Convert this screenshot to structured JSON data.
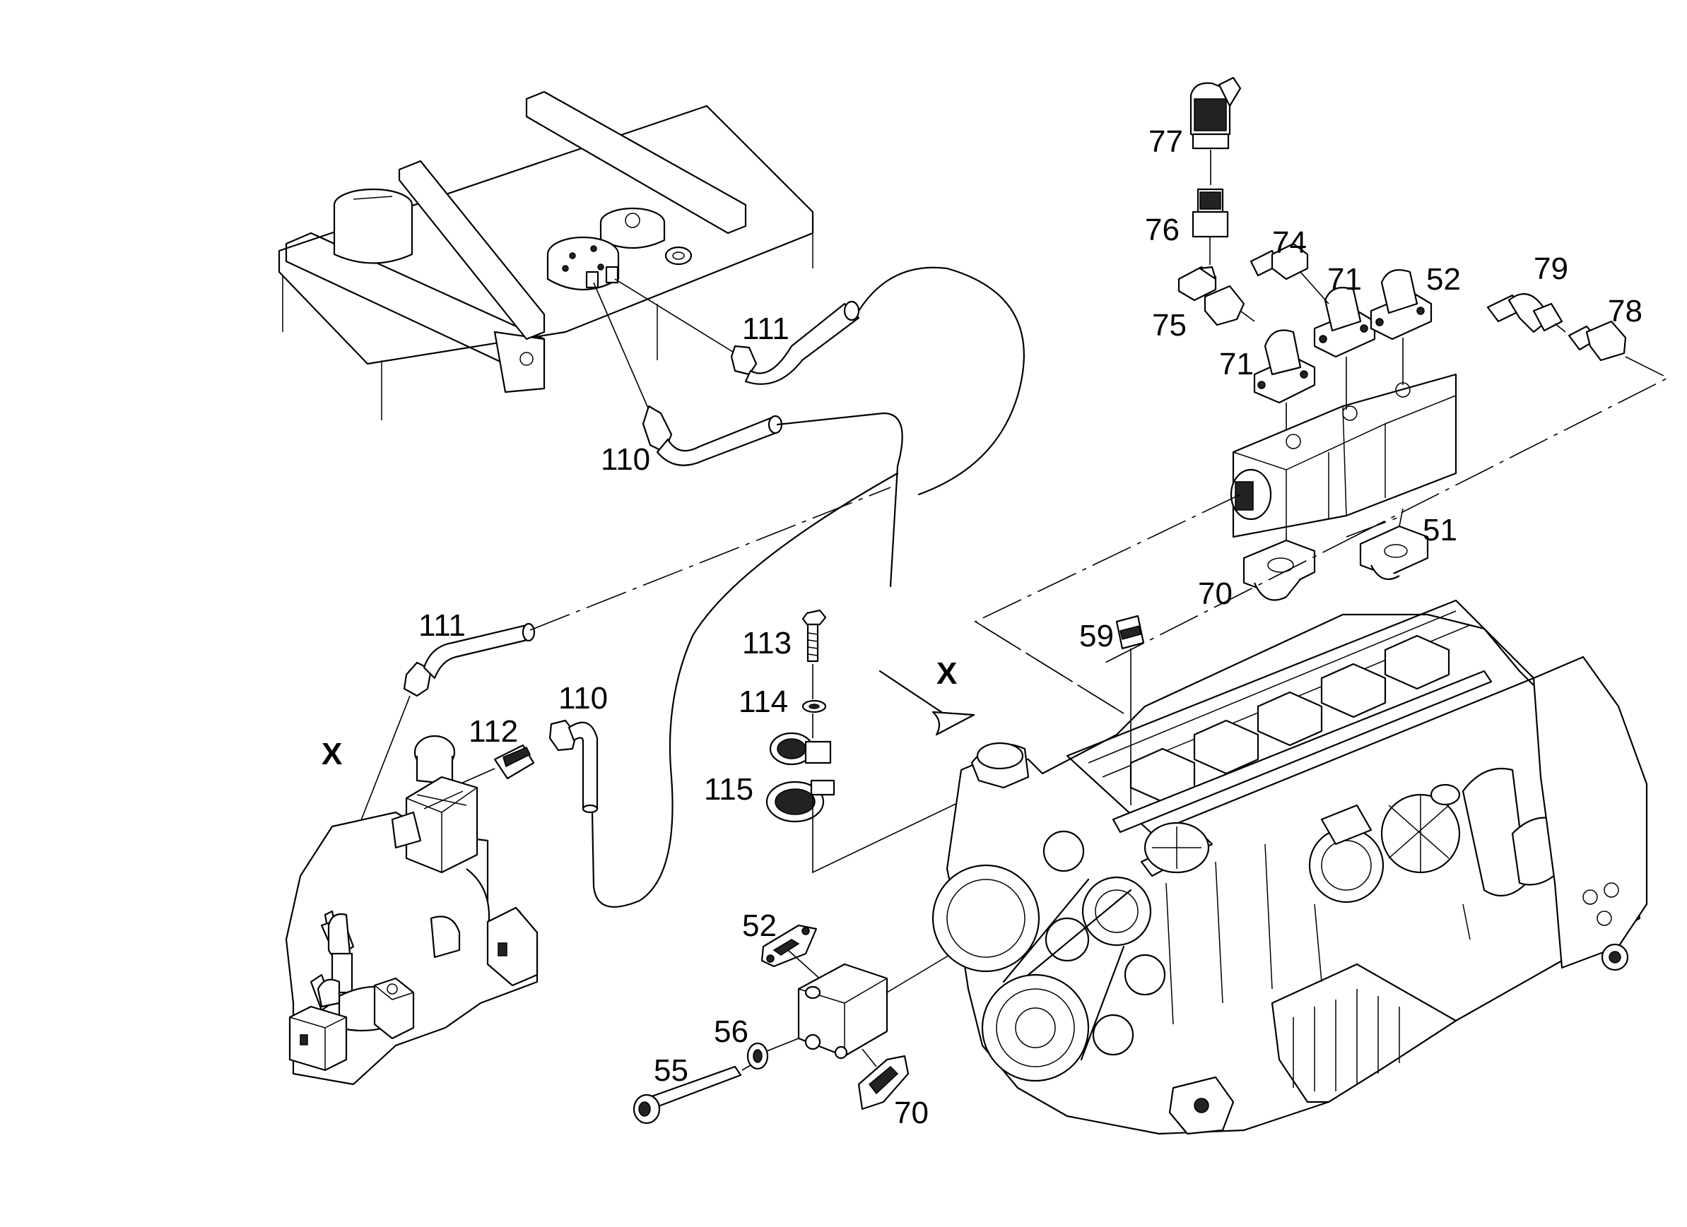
{
  "labels": {
    "p77": "77",
    "p76": "76",
    "p74": "74",
    "p71a": "71",
    "p52a": "52",
    "p79": "79",
    "p78": "78",
    "p75": "75",
    "p71b": "71",
    "p51": "51",
    "p70a": "70",
    "p111a": "111",
    "p110a": "110",
    "p111b": "111",
    "p113": "113",
    "p114": "114",
    "p115": "115",
    "p112": "112",
    "p110b": "110",
    "p59": "59",
    "viewX1": "X",
    "viewX2": "X",
    "p52b": "52",
    "p56": "56",
    "p55": "55",
    "p70b": "70"
  }
}
